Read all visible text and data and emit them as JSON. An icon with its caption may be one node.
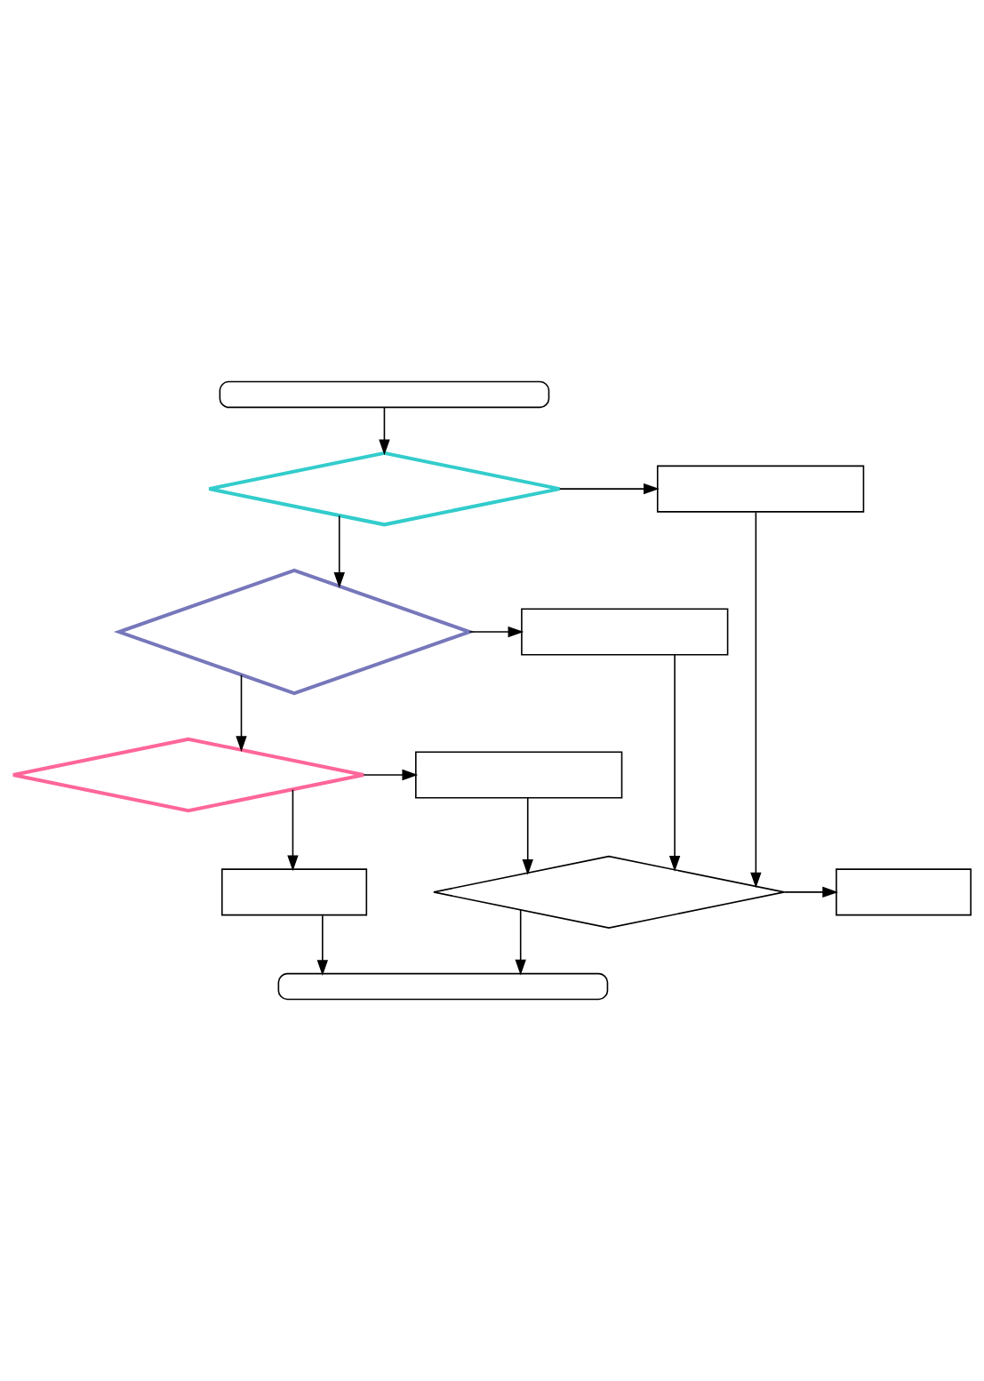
{
  "diagram": {
    "nodes": [
      {
        "text": [],
        "shape": "terminal"
      },
      {
        "text": [],
        "shape": "diamond"
      },
      {
        "text": [],
        "shape": "diamond"
      },
      {
        "text": [],
        "shape": "diamond"
      },
      {
        "text": [],
        "shape": "box"
      },
      {
        "text": [],
        "shape": "box"
      },
      {
        "text": [],
        "shape": "box"
      },
      {
        "text": [],
        "shape": "box"
      },
      {
        "text": [],
        "shape": "box"
      },
      {
        "text": [],
        "shape": "diamond"
      },
      {
        "text": [],
        "shape": "terminal"
      }
    ],
    "edges": [
      {
        "from": 0,
        "to": 1,
        "arrow": "to"
      },
      {
        "from": 1,
        "to": 4,
        "arrow": "to"
      },
      {
        "from": 1,
        "to": 2,
        "arrow": "to"
      },
      {
        "from": 2,
        "to": 5,
        "arrow": "to"
      },
      {
        "from": 2,
        "to": 3,
        "arrow": "to"
      },
      {
        "from": 3,
        "to": 6,
        "arrow": "to"
      },
      {
        "from": 3,
        "to": 7,
        "arrow": "to"
      },
      {
        "from": 4,
        "to": 9,
        "arrow": "to"
      },
      {
        "from": 5,
        "to": 9,
        "arrow": "to"
      },
      {
        "from": 6,
        "to": 9,
        "arrow": "to"
      },
      {
        "from": 9,
        "to": 8,
        "arrow": "to"
      },
      {
        "from": 9,
        "to": 10,
        "arrow": "to"
      },
      {
        "from": 7,
        "to": 10,
        "arrow": "to"
      }
    ]
  }
}
